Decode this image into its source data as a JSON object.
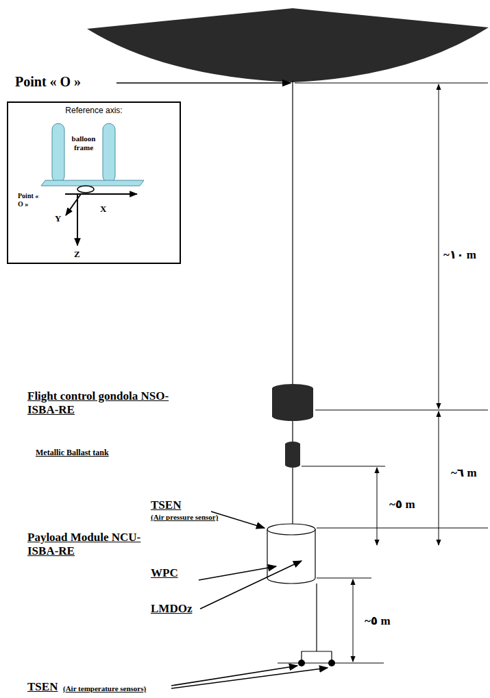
{
  "diagram": {
    "nodes": [
      {
        "text": [
          "Reference axis:"
        ]
      }
    ],
    "labels": [
      "Point « O »",
      "Point « O »",
      "balloon frame",
      "X",
      "Y",
      "Z",
      "~١٠ m",
      "Flight control gondola NSO-ISBA-RE",
      "Metallic Ballast tank",
      "~٦ m",
      "~٥ m",
      "TSEN",
      "(Air pressure sensor)",
      "Payload Module NCU-ISBA-RE",
      "WPC",
      "LMDOz",
      "~٥ m",
      "TSEN",
      "(Air temperature sensors)"
    ]
  }
}
